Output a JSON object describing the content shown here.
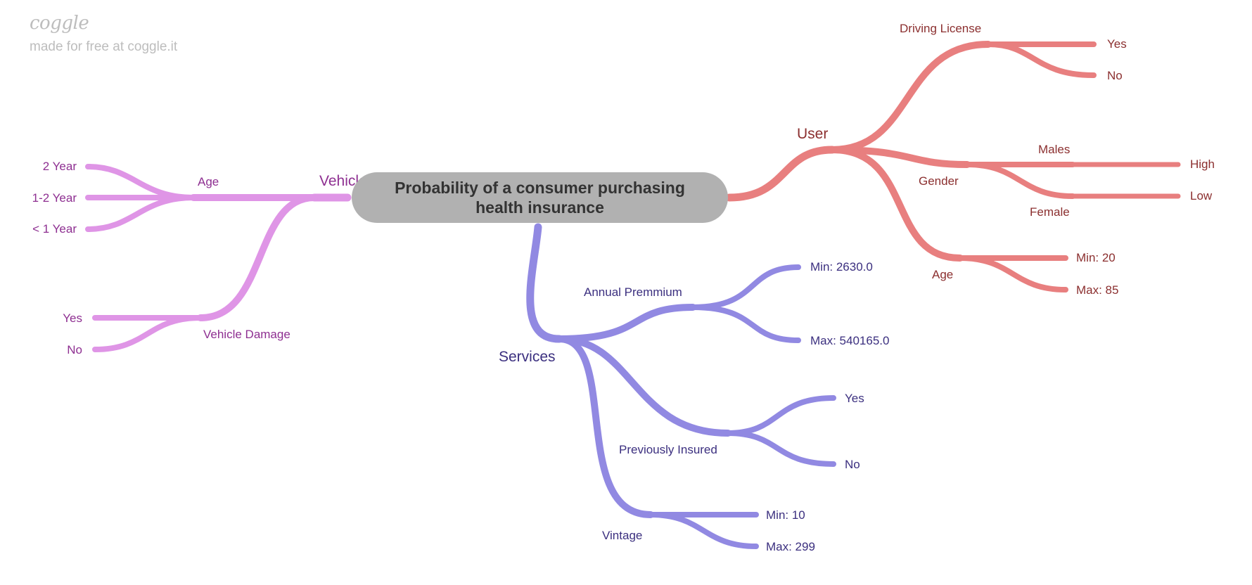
{
  "brand": {
    "logo": "coggle",
    "tagline": "made for free at coggle.it"
  },
  "root": {
    "label": "Probability of a consumer purchasing health insurance"
  },
  "colors": {
    "user": "#e87f7f",
    "user_text": "#8b2f2f",
    "vehicle": "#df95e6",
    "vehicle_text": "#8e2f91",
    "services": "#9189e2",
    "services_text": "#3b2f7f",
    "root_fill": "#b1b1b1"
  },
  "labels": {
    "user": "User",
    "driving_license": "Driving License",
    "dl_yes": "Yes",
    "dl_no": "No",
    "gender": "Gender",
    "males": "Males",
    "high": "High",
    "female": "Female",
    "low": "Low",
    "user_age": "Age",
    "age_min": "Min: 20",
    "age_max": "Max: 85",
    "vehicle": "Vehicle",
    "vehicle_age": "Age",
    "two_year": "2 Year",
    "one_two_year": "1-2 Year",
    "less_one_year": "< 1 Year",
    "vehicle_damage": "Vehicle Damage",
    "vd_yes": "Yes",
    "vd_no": "No",
    "services": "Services",
    "annual_premium": "Annual Premmium",
    "ap_min": "Min: 2630.0",
    "ap_max": "Max: 540165.0",
    "previously_insured": "Previously Insured",
    "pi_yes": "Yes",
    "pi_no": "No",
    "vintage": "Vintage",
    "vin_min": "Min: 10",
    "vin_max": "Max: 299"
  }
}
